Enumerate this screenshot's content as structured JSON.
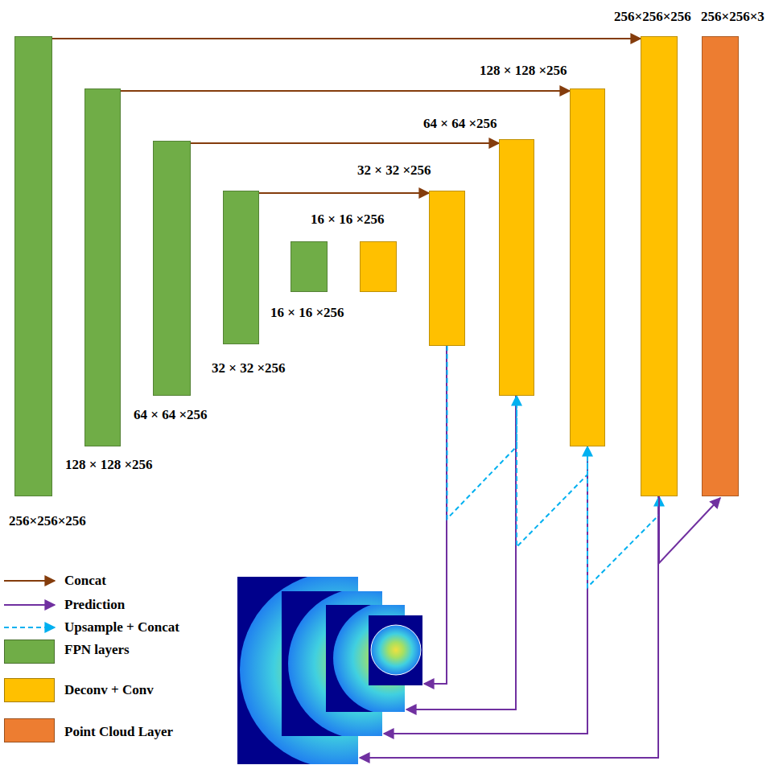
{
  "diagram": {
    "nodes": [
      {
        "text": [
          "256×256×256"
        ]
      },
      {
        "text": [
          "128 × 128 ×256"
        ]
      },
      {
        "text": [
          "64 × 64 ×256"
        ]
      },
      {
        "text": [
          "32 × 32 ×256"
        ]
      },
      {
        "text": [
          "16 × 16 ×256"
        ]
      },
      {
        "text": [
          "16 × 16 ×256"
        ]
      },
      {
        "text": [
          "32 × 32 ×256"
        ]
      },
      {
        "text": [
          "64 × 64 ×256"
        ]
      },
      {
        "text": [
          "128 × 128 ×256"
        ]
      },
      {
        "text": [
          "256×256×256"
        ]
      },
      {
        "text": [
          "256×256×3"
        ]
      }
    ],
    "edges": [
      {
        "from": 0,
        "to": 9,
        "arrow": "to"
      },
      {
        "from": 1,
        "to": 8,
        "arrow": "to"
      },
      {
        "from": 2,
        "to": 7,
        "arrow": "to"
      },
      {
        "from": 3,
        "to": 6,
        "arrow": "to"
      },
      {
        "from": 6,
        "to": 7,
        "arrow": "to"
      },
      {
        "from": 7,
        "to": 8,
        "arrow": "to"
      },
      {
        "from": 8,
        "to": 9,
        "arrow": "to"
      },
      {
        "from": 9,
        "to": 10,
        "arrow": "to"
      }
    ],
    "legend": [
      {
        "text": "Concat"
      },
      {
        "text": "Prediction"
      },
      {
        "text": "Upsample + Concat"
      },
      {
        "text": "FPN layers",
        "color": "#70ad47"
      },
      {
        "text": "Deconv + Conv",
        "color": "#ffc000"
      },
      {
        "text": "Point Cloud Layer",
        "color": "#ed7d31"
      }
    ]
  }
}
